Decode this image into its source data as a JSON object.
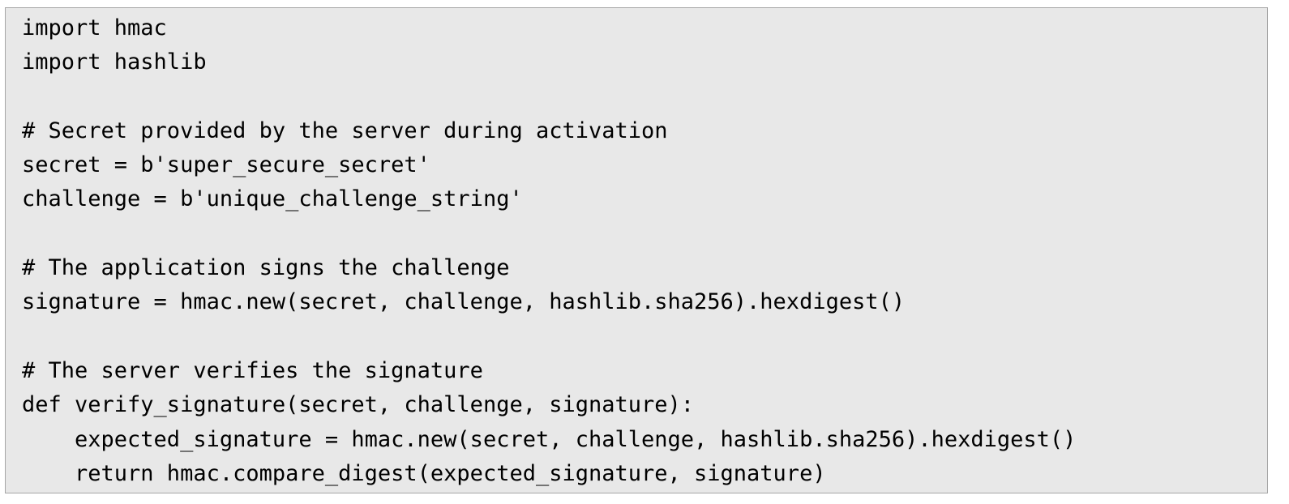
{
  "code": {
    "lines": [
      "import hmac",
      "import hashlib",
      "",
      "# Secret provided by the server during activation",
      "secret = b'super_secure_secret'",
      "challenge = b'unique_challenge_string'",
      "",
      "# The application signs the challenge",
      "signature = hmac.new(secret, challenge, hashlib.sha256).hexdigest()",
      "",
      "# The server verifies the signature",
      "def verify_signature(secret, challenge, signature):",
      "    expected_signature = hmac.new(secret, challenge, hashlib.sha256).hexdigest()",
      "    return hmac.compare_digest(expected_signature, signature)"
    ]
  },
  "colors": {
    "background": "#e8e8e8",
    "border": "#a6a6a6",
    "text": "#000000"
  }
}
